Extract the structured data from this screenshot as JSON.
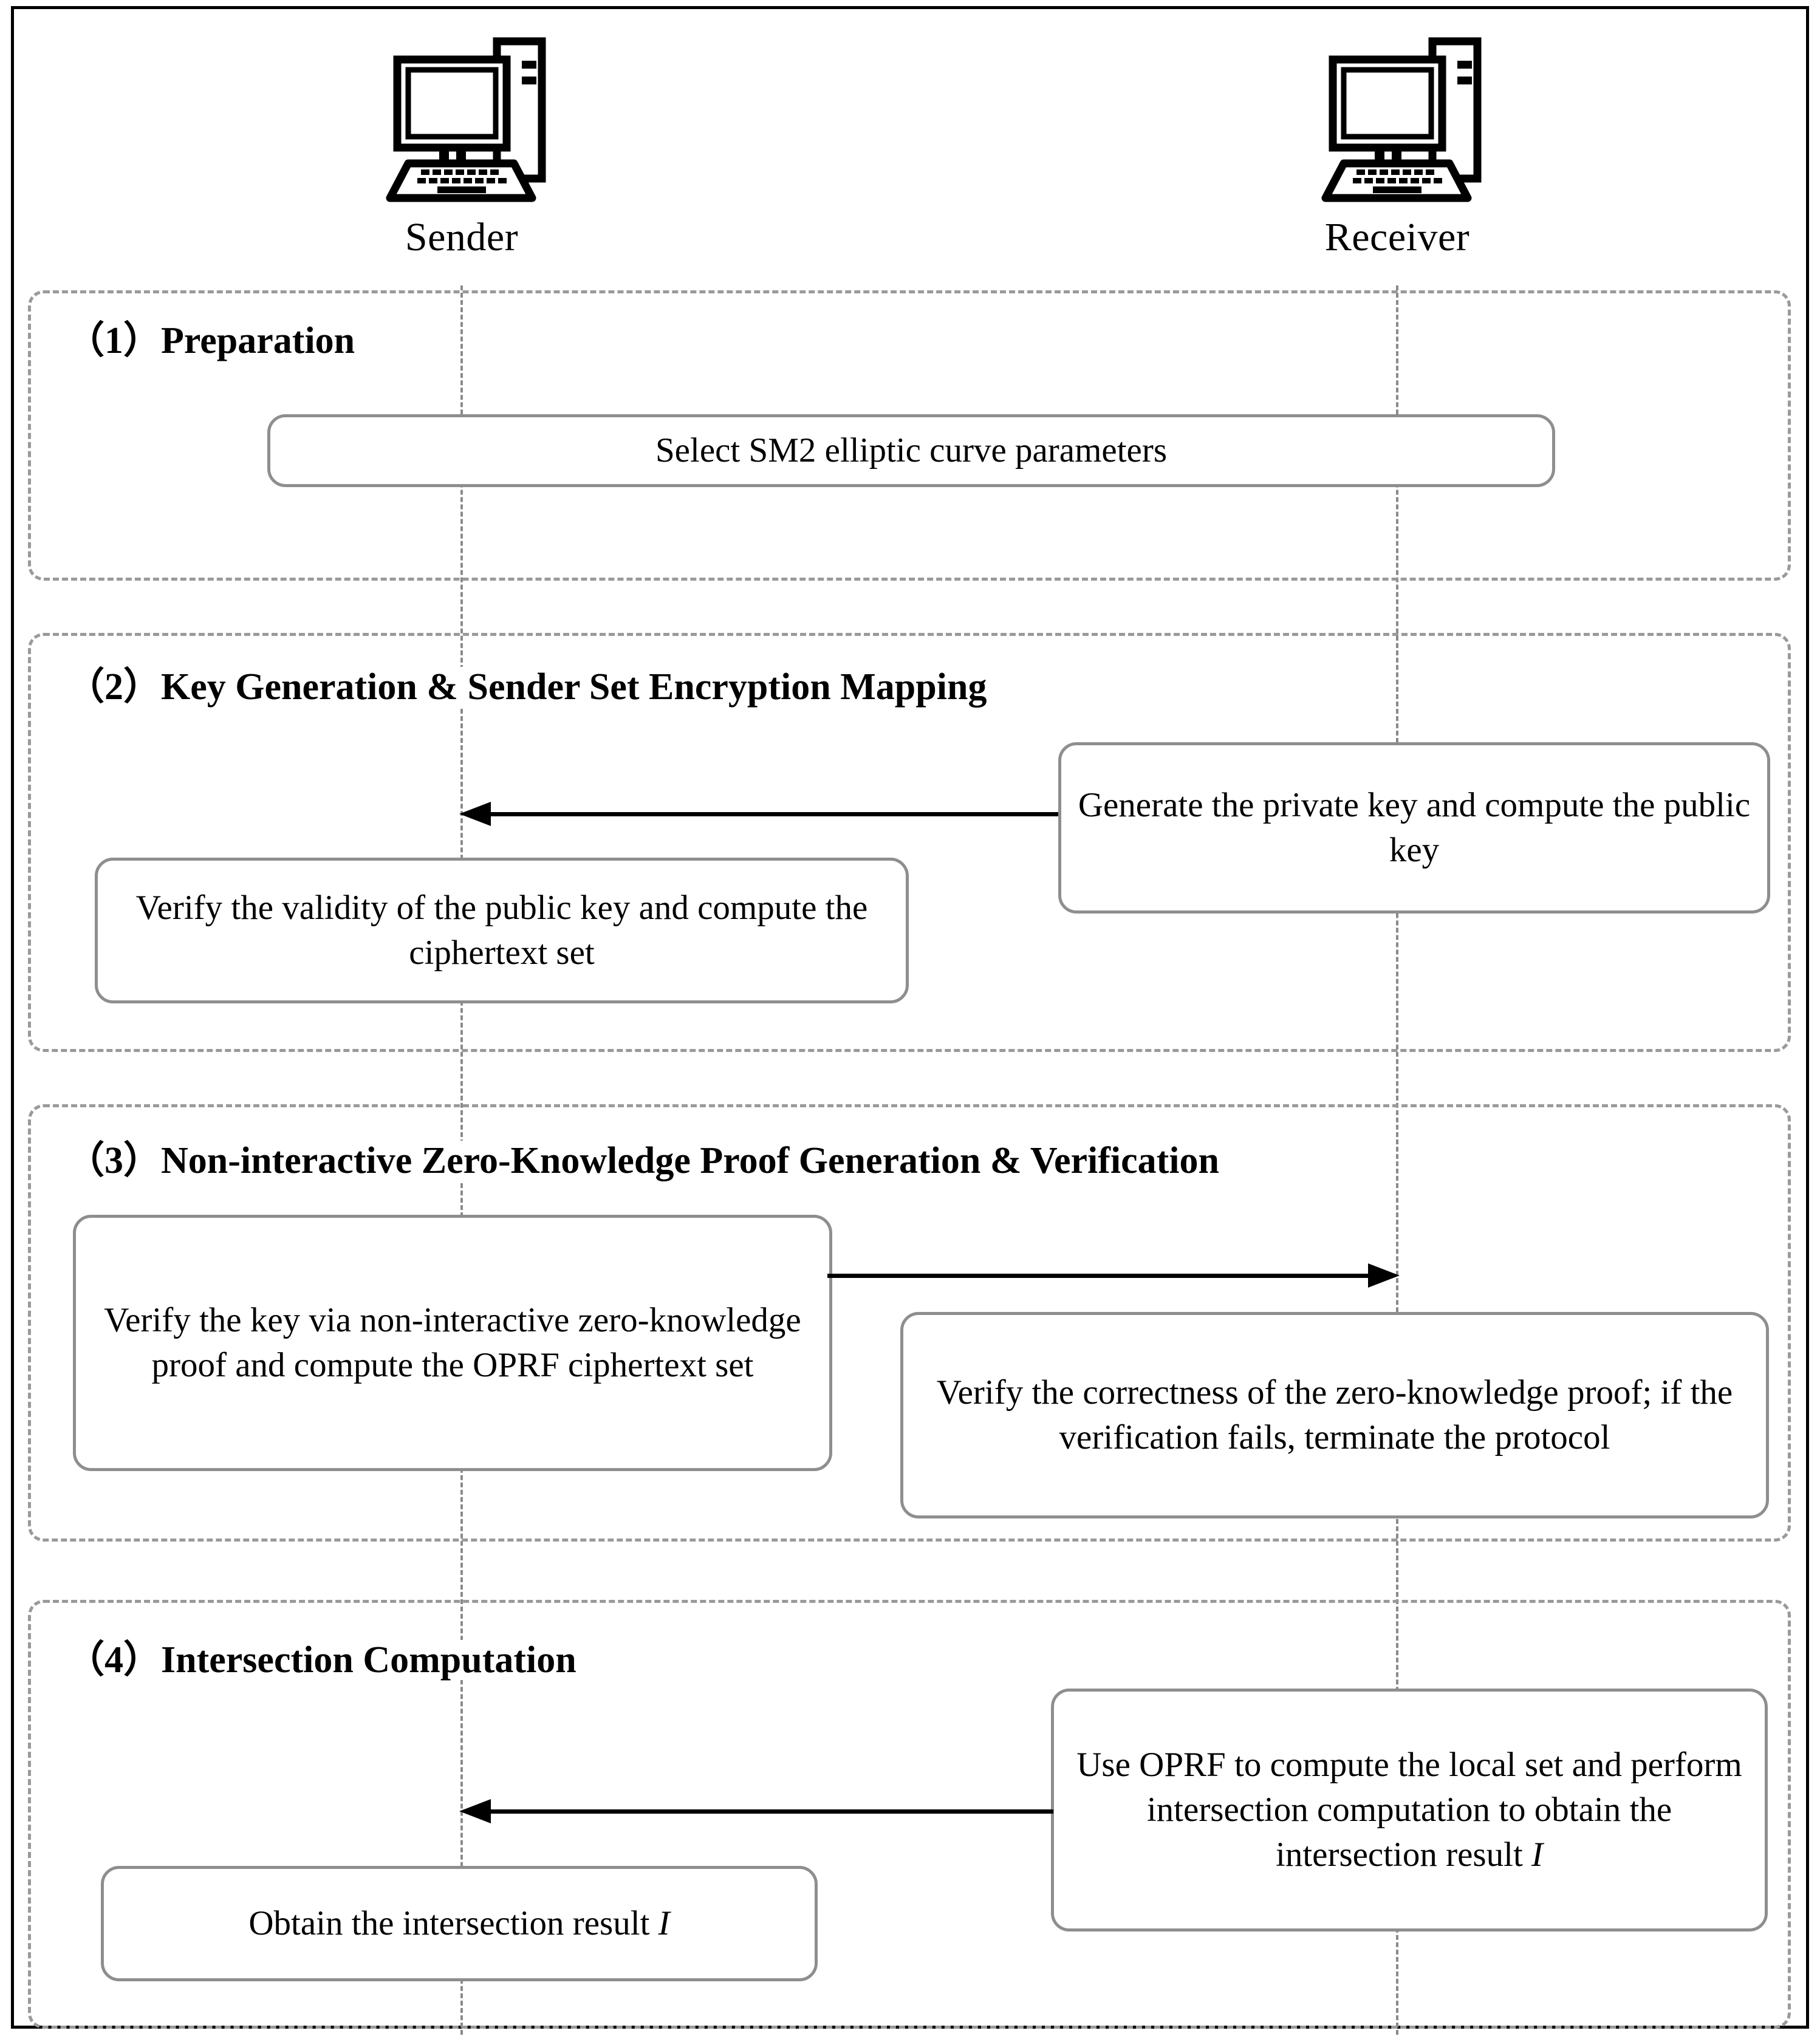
{
  "diagram": {
    "parties": [
      {
        "id": "sender",
        "label": "Sender",
        "icon": "desktop-computer-icon"
      },
      {
        "id": "receiver",
        "label": "Receiver",
        "icon": "desktop-computer-icon"
      }
    ],
    "phases": [
      {
        "id": "preparation",
        "number": "（1）",
        "title": "Preparation",
        "boxes": [
          {
            "id": "select-params",
            "text": "Select SM2 elliptic curve parameters"
          }
        ],
        "arrows": []
      },
      {
        "id": "key-generation",
        "number": "（2）",
        "title": "Key Generation & Sender Set Encryption Mapping",
        "boxes": [
          {
            "id": "generate-private-key",
            "text": "Generate the private key and compute the public key"
          },
          {
            "id": "verify-public-key",
            "text": "Verify the validity of the public key and compute the ciphertext set"
          }
        ],
        "arrows": [
          {
            "id": "receiver-to-sender-public-key",
            "direction": "left"
          }
        ]
      },
      {
        "id": "zkp",
        "number": "（3）",
        "title": "Non-interactive Zero-Knowledge Proof Generation & Verification",
        "boxes": [
          {
            "id": "verify-key-nizk",
            "text": "Verify the key via non-interactive zero-knowledge proof and compute the OPRF ciphertext set"
          },
          {
            "id": "verify-zkp-correctness",
            "text": "Verify the correctness of the zero-knowledge proof; if the verification fails, terminate the protocol"
          }
        ],
        "arrows": [
          {
            "id": "sender-to-receiver-proof",
            "direction": "right"
          }
        ]
      },
      {
        "id": "intersection",
        "number": "（4）",
        "title": "Intersection Computation",
        "boxes": [
          {
            "id": "use-oprf-compute",
            "text_before": "Use OPRF to compute the local set and perform intersection computation to obtain the intersection result ",
            "italic": "I",
            "text_after": ""
          },
          {
            "id": "obtain-result",
            "text_before": "Obtain the intersection result ",
            "italic": "I",
            "text_after": ""
          }
        ],
        "arrows": [
          {
            "id": "receiver-to-sender-result",
            "direction": "left"
          }
        ]
      }
    ],
    "colors": {
      "frame": "#000000",
      "panel_border": "#9a9a9a",
      "box_border": "#8e8e8e",
      "lifeline": "#8a8a8a",
      "arrow": "#000000",
      "text": "#000000",
      "background": "#ffffff"
    }
  }
}
